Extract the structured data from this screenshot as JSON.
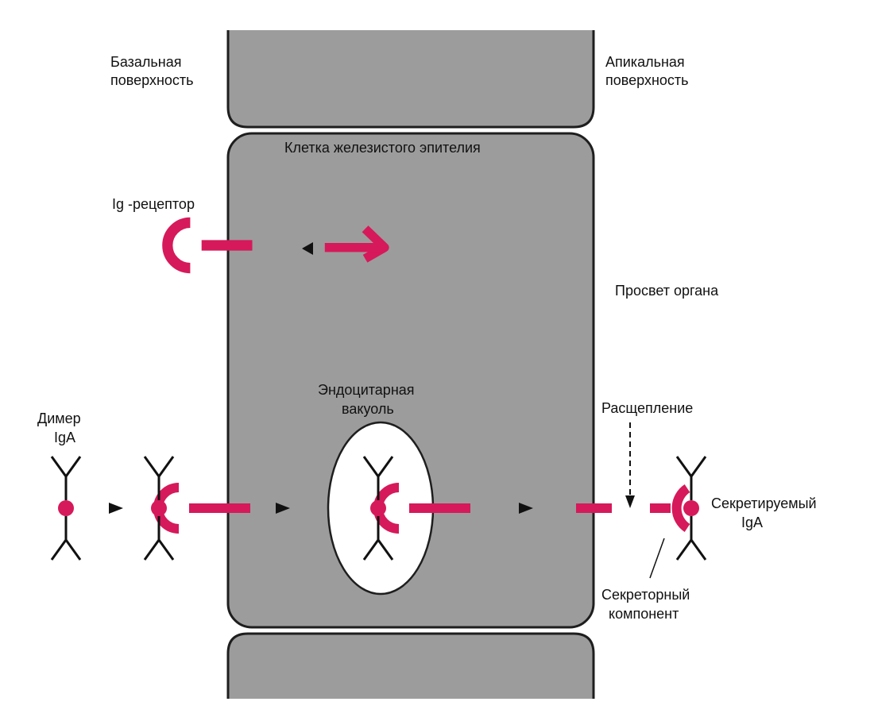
{
  "labels": {
    "basal_line1": "Базальная",
    "basal_line2": "поверхность",
    "apical_line1": "Апикальная",
    "apical_line2": "поверхность",
    "cell": "Клетка железистого эпителия",
    "ig_receptor": "Ig -рецептор",
    "lumen": "Просвет органа",
    "vacuole_line1": "Эндоцитарная",
    "vacuole_line2": "вакуоль",
    "dimer_line1": "Димер",
    "dimer_line2": "IgA",
    "cleavage": "Расщепление",
    "secreted_line1": "Секретируемый",
    "secreted_line2": "IgA",
    "secretory_line1": "Секреторный",
    "secretory_line2": "компонент"
  },
  "colors": {
    "cell_fill": "#9c9c9c",
    "cell_outline": "#1e1e1e",
    "receptor": "#d6195a",
    "antibody": "#111111",
    "vacuole": "#ffffff"
  }
}
